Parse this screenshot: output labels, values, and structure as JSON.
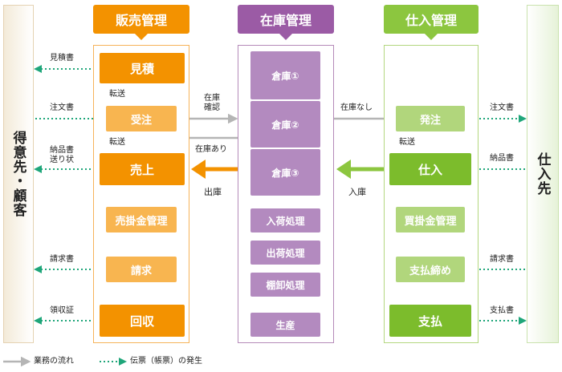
{
  "partners": {
    "customer": "得意先・顧客",
    "supplier": "仕入先"
  },
  "headers": {
    "sales": "販売管理",
    "inventory": "在庫管理",
    "purchase": "仕入管理"
  },
  "sales": {
    "estimate": "見積",
    "order_received": "受注",
    "sale": "売上",
    "receivables": "売掛金管理",
    "billing": "請求",
    "collection": "回収"
  },
  "inventory": {
    "warehouse1": "倉庫①",
    "warehouse2": "倉庫②",
    "warehouse3": "倉庫③",
    "receiving": "入荷処理",
    "shipping": "出荷処理",
    "stocktake": "棚卸処理",
    "production": "生産"
  },
  "purchase": {
    "order": "発注",
    "purchase": "仕入",
    "payables": "買掛金管理",
    "payment_close": "支払締め",
    "payment": "支払"
  },
  "labels": {
    "transfer1": "転送",
    "transfer2": "転送",
    "transfer3": "転送",
    "stock_check_1": "在庫",
    "stock_check_2": "確認",
    "in_stock": "在庫あり",
    "out_of_stock": "在庫なし",
    "shipment": "出庫",
    "receipt": "入庫"
  },
  "documents": {
    "estimate_doc": "見積書",
    "order_doc_in": "注文書",
    "delivery_doc_1": "納品書",
    "delivery_doc_2": "送り状",
    "invoice_doc_out": "請求書",
    "receipt_doc": "領収証",
    "order_doc_out": "注文書",
    "delivery_doc_in": "納品書",
    "invoice_doc_in": "請求書",
    "payment_doc": "支払書"
  },
  "legend": {
    "business_flow": "業務の流れ",
    "document_issue": "伝票（帳票）の発生"
  },
  "colors": {
    "orange": "#f39200",
    "purple": "#9b5ba5",
    "green": "#8cc63f",
    "gray_arrow": "#b5b5b5",
    "dotted": "#1fa67a"
  }
}
